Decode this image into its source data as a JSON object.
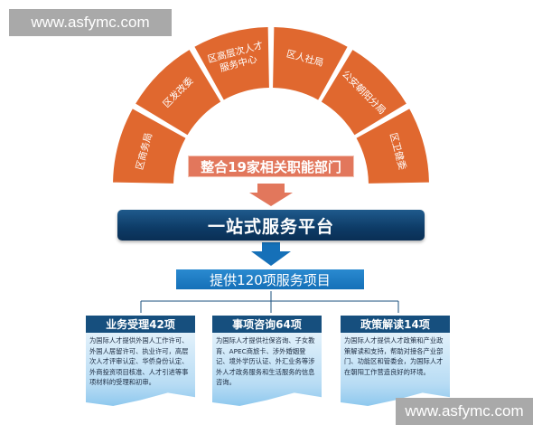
{
  "watermark": "www.asfymc.com",
  "departments": [
    "区商务局",
    "区发改委",
    "区高层次人才服务中心",
    "区人社局",
    "公安朝阳分局",
    "区卫健委"
  ],
  "integrate_label": "整合19家相关职能部门",
  "platform_label": "一站式服务平台",
  "items_label": "提供120项服务项目",
  "colors": {
    "orange": "#e0682f",
    "salmon": "#e2775c",
    "navy": "#0d3b66",
    "blue": "#1570b8"
  },
  "cards": [
    {
      "title": "业务受理42项",
      "body": "为国际人才提供外国人工作许可、外国人居留许可、执业许可，高层次人才评审认定、华侨身份认定、外商投资项目核准、人才引进等事项材料的受理和初审。"
    },
    {
      "title": "事项咨询64项",
      "body": "为国际人才提供社保咨询、子女教育、APEC商旅卡、涉外婚姻登记、境外学历认证、外汇业务等涉外人才政务服务和生活服务的信息咨询。"
    },
    {
      "title": "政策解读14项",
      "body": "为国际人才提供人才政策和产业政策解读和支持，帮助对接各产业部门、功能区和管委会，为国际人才在朝阳工作营造良好的环境。"
    }
  ]
}
